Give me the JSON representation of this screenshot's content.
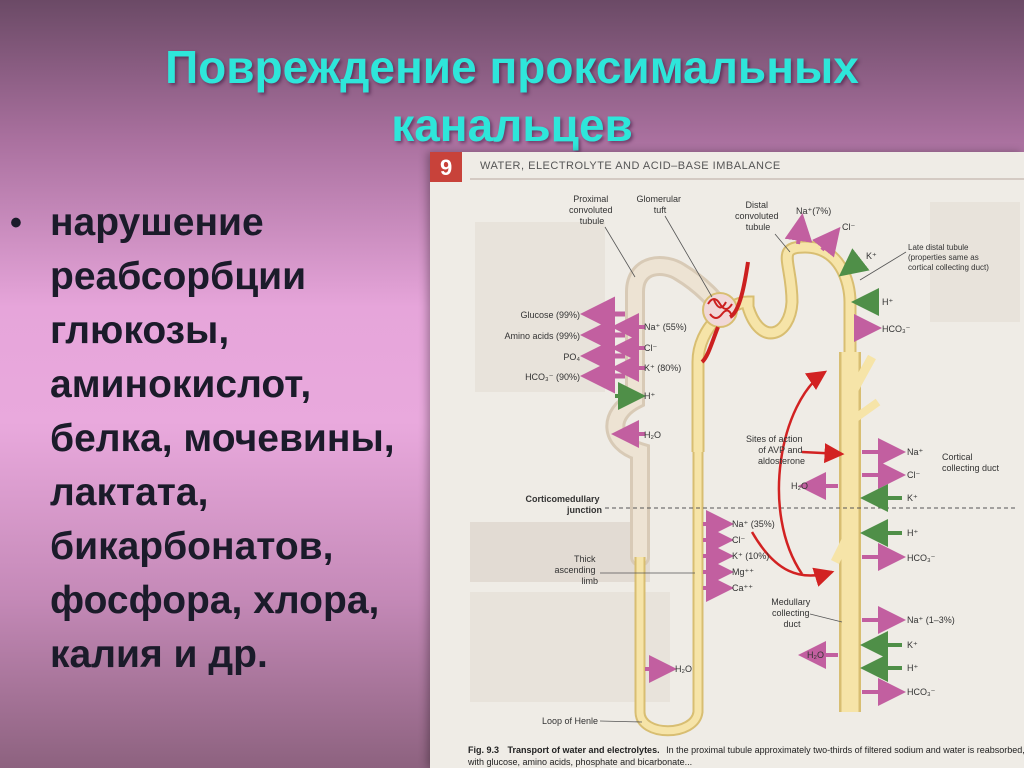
{
  "slide": {
    "title_line1": "Повреждение проксимальных",
    "title_line2": "канальцев",
    "bullet": "нарушение\nреабсорбции\nглюкозы,\nаминокислот,\nбелка, мочевины,\nлактата,\nбикарбонатов,\nфосфора, хлора,\nкалия и др."
  },
  "figure": {
    "chapter_number": "9",
    "header": "WATER, ELECTROLYTE AND ACID–BASE IMBALANCE",
    "labels": {
      "proximal": "Proximal\nconvoluted\ntubule",
      "glomerular": "Glomerular\ntuft",
      "distal": "Distal\nconvoluted\ntubule",
      "late_distal": "Late distal tubule\n(properties same as\ncortical collecting duct)",
      "sites": "Sites of action\nof AVP and\naldosterone",
      "cortical": "Cortical\ncollecting duct",
      "corticomedullary": "Corticomedullary\njunction",
      "thick": "Thick\nascending\nlimb",
      "medullary": "Medullary\ncollecting\nduct",
      "loop": "Loop of Henle"
    },
    "ions": {
      "glucose": "Glucose (99%)",
      "amino": "Amino acids (99%)",
      "po4": "PO₄",
      "hco3_90": "HCO₃⁻ (90%)",
      "na55": "Na⁺ (55%)",
      "cl": "Cl⁻",
      "k80": "K⁺ (80%)",
      "h": "H⁺",
      "h2o": "H₂O",
      "na7": "Na⁺(7%)",
      "k": "K⁺",
      "hco3": "HCO₃⁻",
      "na": "Na⁺",
      "na35": "Na⁺ (35%)",
      "k10": "K⁺ (10%)",
      "mg": "Mg⁺⁺",
      "ca": "Ca⁺⁺",
      "na13": "Na⁺ (1–3%)"
    },
    "caption_label": "Fig. 9.3",
    "caption_title": "Transport of water and electrolytes.",
    "caption_text": "In the proximal tubule approximately two-thirds of filtered sodium and water is reabsorbed, together",
    "caption_text2": "with glucose, amino acids, phosphate and bicarbonate..."
  },
  "colors": {
    "title": "#2ee6da",
    "tubule": "#f6e4a8",
    "tubule_edge": "#d8be72",
    "arrow_pink": "#c25fa0",
    "arrow_green": "#4f8f48",
    "arrow_red": "#d22222"
  }
}
